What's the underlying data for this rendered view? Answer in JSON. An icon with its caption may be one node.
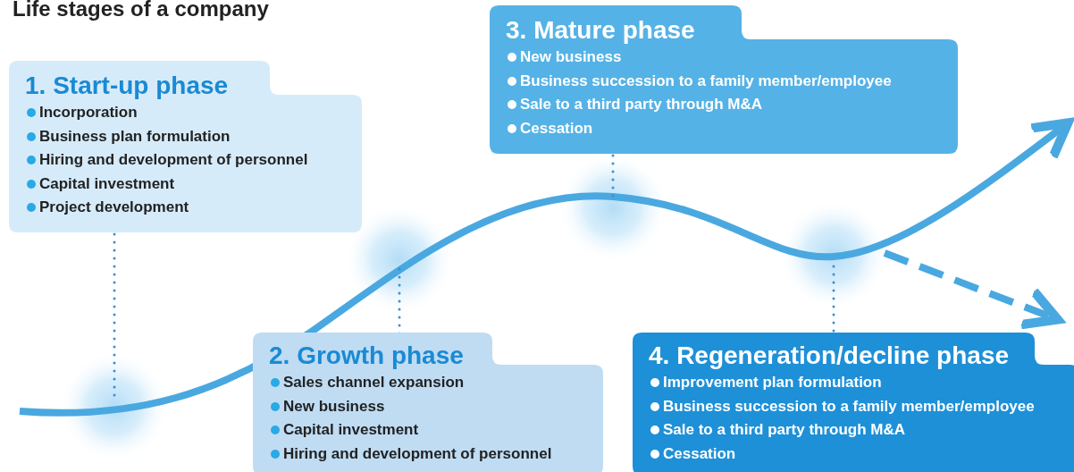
{
  "diagram": {
    "title": "Life stages of a company",
    "nodes": [
      {
        "text": [
          "1. Start-up phase",
          "Incorporation",
          "Business plan formulation",
          "Hiring and development of personnel",
          "Capital investment",
          "Project development"
        ]
      },
      {
        "text": [
          "2. Growth phase",
          "Sales channel expansion",
          "New business",
          "Capital investment",
          "Hiring and development of personnel"
        ]
      },
      {
        "text": [
          "3. Mature phase",
          "New business",
          "Business succession to a family member/employee",
          "Sale to a third party through M&A",
          "Cessation"
        ]
      },
      {
        "text": [
          "4. Regeneration/decline phase",
          "Improvement plan formulation",
          "Business succession to a family member/employee",
          "Sale to a third party through M&A",
          "Cessation"
        ]
      }
    ],
    "edges": [
      {
        "from": 0,
        "to": null,
        "arrow": "none"
      },
      {
        "from": 1,
        "to": null,
        "arrow": "none"
      },
      {
        "from": 2,
        "to": null,
        "arrow": "none"
      },
      {
        "from": 3,
        "to": null,
        "arrow": "none"
      }
    ]
  }
}
